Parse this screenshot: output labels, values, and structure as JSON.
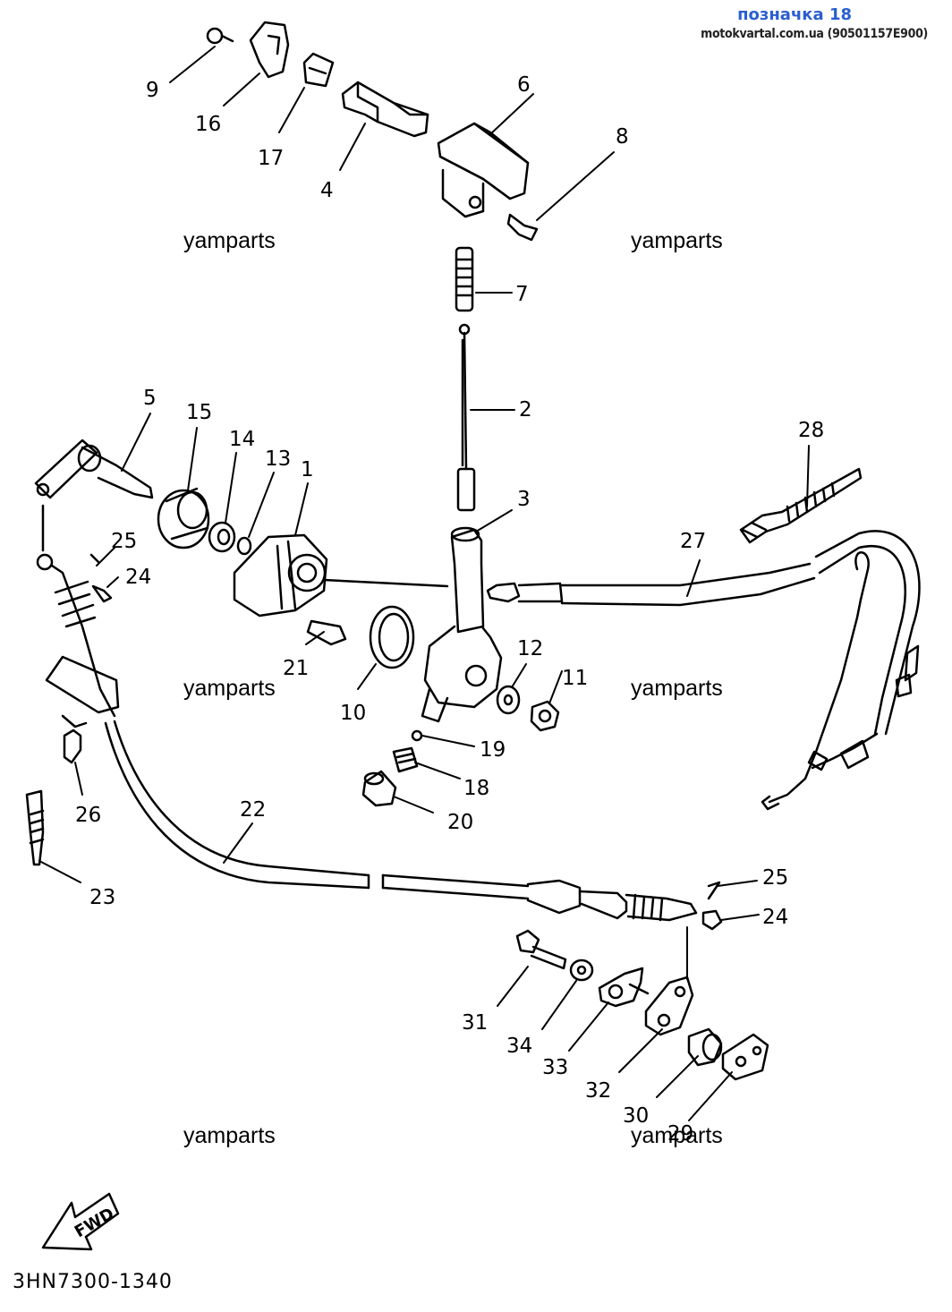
{
  "header": {
    "title": "позначка 18",
    "subtitle": "motokvartal.com.ua (90501157E900)"
  },
  "watermarks": [
    "yamparts",
    "yamparts",
    "yamparts",
    "yamparts",
    "yamparts",
    "yamparts"
  ],
  "diagram_code": "3HN7300-1340",
  "fwd_label": "FWD",
  "callouts": [
    "1",
    "2",
    "3",
    "4",
    "5",
    "6",
    "7",
    "8",
    "9",
    "10",
    "11",
    "12",
    "13",
    "14",
    "15",
    "16",
    "17",
    "18",
    "19",
    "20",
    "21",
    "22",
    "23",
    "24",
    "24",
    "25",
    "25",
    "26",
    "27",
    "28",
    "29",
    "30",
    "31",
    "32",
    "33",
    "34"
  ]
}
